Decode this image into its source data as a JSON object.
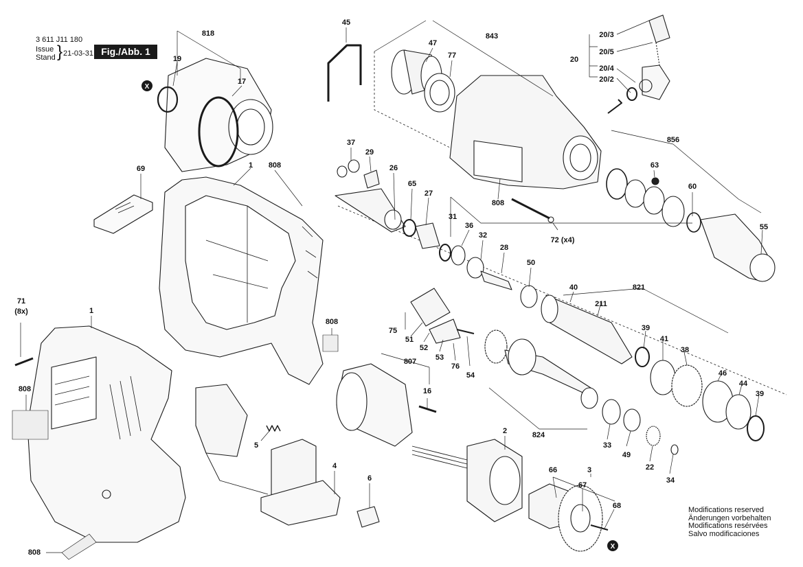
{
  "header": {
    "doc_number": "3 611 J11 180",
    "issue_label": "Issue",
    "stand_label": "Stand",
    "issue_date": "21-03-31",
    "figure_label": "Fig./Abb. 1"
  },
  "notes": [
    "Modifications reserved",
    "Änderungen vorbehalten",
    "Modifications resérvées",
    "Salvo modificaciones"
  ],
  "x_marker": "X",
  "callouts": [
    "818",
    "19",
    "17",
    "1",
    "808",
    "69",
    "45",
    "47",
    "77",
    "843",
    "20/3",
    "20/5",
    "20/4",
    "20/2",
    "20",
    "37",
    "29",
    "26",
    "65",
    "27",
    "31",
    "36",
    "32",
    "28",
    "50",
    "40",
    "211",
    "821",
    "808",
    "856",
    "63",
    "60",
    "55",
    "72 (x4)",
    "39",
    "41",
    "38",
    "46",
    "44",
    "39",
    "71",
    "(8x)",
    "1",
    "808",
    "808",
    "75",
    "51",
    "52",
    "53",
    "76",
    "54",
    "807",
    "16",
    "824",
    "33",
    "49",
    "22",
    "34",
    "5",
    "4",
    "6",
    "2",
    "3",
    "66",
    "67",
    "68",
    "808"
  ]
}
